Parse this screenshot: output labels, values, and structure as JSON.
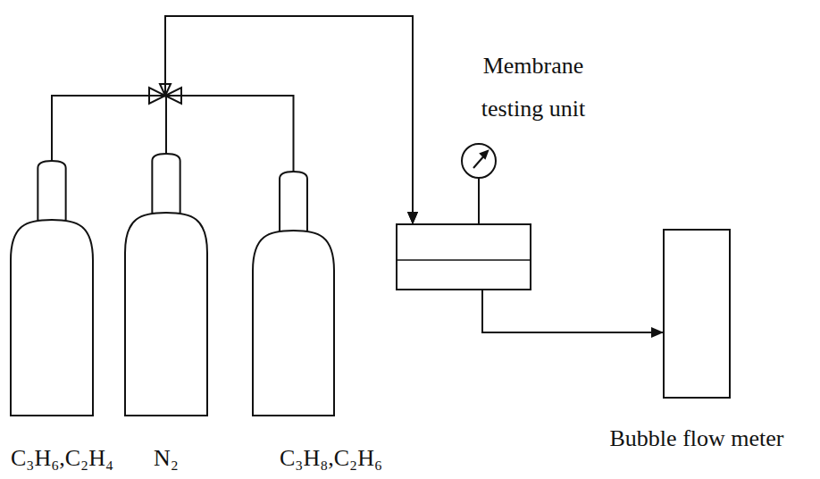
{
  "diagram": {
    "nodes": [
      {
        "text": [
          "C₃H₆,C₂H₄"
        ]
      },
      {
        "text": [
          "N₂"
        ]
      },
      {
        "text": [
          "C₃H₈,C₂H₆"
        ]
      },
      {
        "text": [
          "Membrane testing unit"
        ]
      },
      {
        "text": [
          "Bubble flow meter"
        ]
      }
    ],
    "edges": [
      {
        "from": 0,
        "to": 3,
        "arrow": "to"
      },
      {
        "from": 1,
        "to": 3,
        "arrow": "to"
      },
      {
        "from": 2,
        "to": 3,
        "arrow": "to"
      },
      {
        "from": 3,
        "to": 4,
        "arrow": "to"
      }
    ]
  }
}
